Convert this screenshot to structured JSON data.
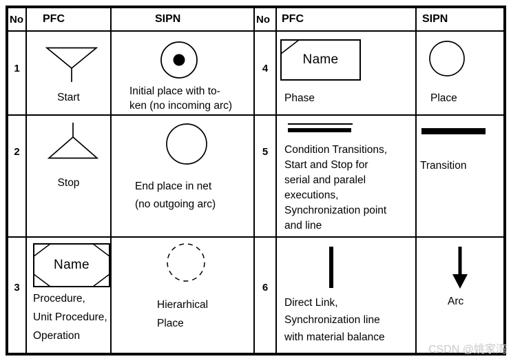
{
  "header": {
    "no": "No",
    "pfc": "PFC",
    "sipn": "SIPN"
  },
  "rows": {
    "r1": {
      "no": "1",
      "pfc_label": "Start",
      "sipn_desc": [
        "Initial place with to-",
        "ken (no incoming arc)"
      ]
    },
    "r2": {
      "no": "2",
      "pfc_label": "Stop",
      "sipn_desc": [
        "End place in net",
        "(no outgoing arc)"
      ]
    },
    "r3": {
      "no": "3",
      "box_text": "Name",
      "pfc_desc": [
        "Procedure,",
        "Unit Procedure,",
        "Operation"
      ],
      "sipn_desc": [
        "Hierarhical",
        "Place"
      ]
    },
    "r4": {
      "no": "4",
      "box_text": "Name",
      "pfc_label": "Phase",
      "sipn_label": "Place"
    },
    "r5": {
      "no": "5",
      "pfc_desc": [
        "Condition Transitions,",
        "Start and Stop for",
        "serial and paralel",
        "executions,",
        "Synchronization point",
        "and line"
      ],
      "sipn_label": "Transition"
    },
    "r6": {
      "no": "6",
      "pfc_desc": [
        "Direct Link,",
        "Synchronization line",
        "with material balance"
      ],
      "sipn_label": "Arc"
    }
  },
  "icons": {
    "start": "start-martini-triangle",
    "stop": "stop-triangle",
    "initial_place": "circle-with-token",
    "end_place": "circle",
    "hierarchical_place": "dashed-circle",
    "procedure_box": "octagon-name-box",
    "phase_box": "corner-cut-name-box",
    "condition_transition": "thin-and-thick-lines",
    "transition": "solid-black-bar",
    "direct_link": "vertical-black-bar",
    "arc": "down-arrow"
  },
  "colors": {
    "line": "#000000",
    "watermark": "#c8c8c8",
    "background": "#ffffff"
  },
  "watermark": {
    "text": "CSDN @姚家湾"
  }
}
